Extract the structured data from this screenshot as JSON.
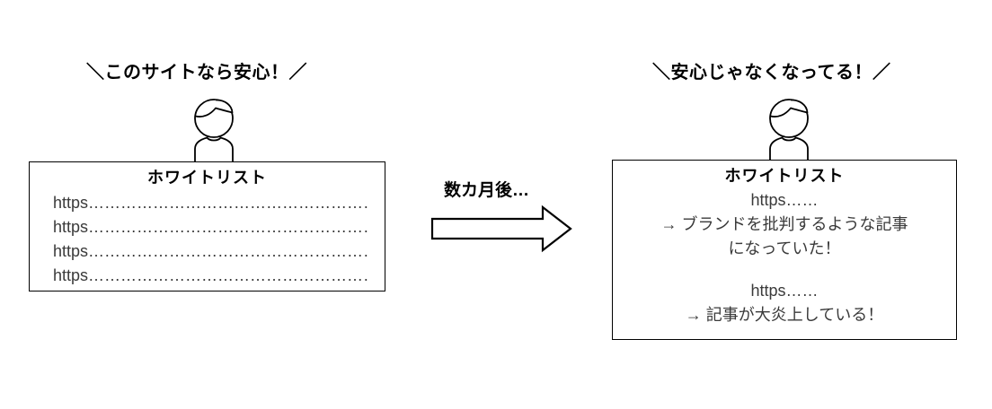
{
  "left": {
    "headline": "＼このサイトなら安心！／",
    "figure_icon": "person-figure-icon",
    "box": {
      "title": "ホワイトリスト",
      "rows": [
        {
          "scheme": "https",
          "leader": "……………………………………………………"
        },
        {
          "scheme": "https",
          "leader": "……………………………………………………"
        },
        {
          "scheme": "https",
          "leader": "……………………………………………………"
        },
        {
          "scheme": "https",
          "leader": "……………………………………………………"
        }
      ]
    }
  },
  "transition": {
    "label": "数カ月後…",
    "arrow_icon": "right-arrow-icon"
  },
  "right": {
    "headline": "＼安心じゃなくなってる！／",
    "figure_icon": "person-figure-icon",
    "box": {
      "title": "ホワイトリスト",
      "lines": [
        "https……",
        "→  ブランドを批判するような記事",
        "になっていた！",
        "",
        "https……",
        "→  記事が大炎上している！"
      ]
    }
  },
  "colors": {
    "ink": "#000000",
    "body_text": "#3a3a3a",
    "background": "#ffffff",
    "stroke": "#000000"
  }
}
